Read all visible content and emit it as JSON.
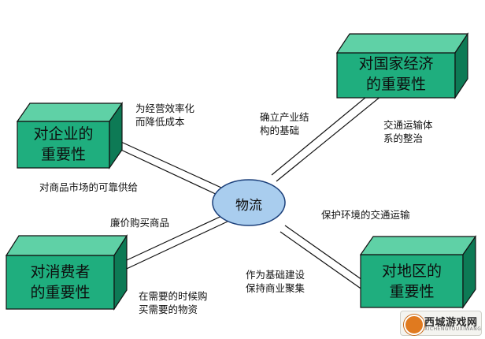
{
  "diagram": {
    "center": "物流",
    "nodes": {
      "national": [
        "对国家经济",
        "的重要性"
      ],
      "enterprise": [
        "对企业的",
        "重要性"
      ],
      "consumer": [
        "对消费者",
        "的重要性"
      ],
      "region": [
        "对地区的",
        "重要性"
      ]
    },
    "annotations": {
      "efficiency": [
        "为经营效率化",
        "而降低成本"
      ],
      "industry": [
        "确立产业结",
        "构的基础"
      ],
      "transport": [
        "交通运输体",
        "系的整治"
      ],
      "market": "对商品市场的可靠供给",
      "cheap": "廉价购买商品",
      "environment": "保护环境的交通运输",
      "timely": [
        "在需要的时候购",
        "买需要的物资"
      ],
      "infrastructure": [
        "作为基础建设",
        "保持商业聚集"
      ]
    },
    "colors": {
      "box_front": "#1fae7e",
      "box_top": "#5fd1a6",
      "box_side": "#0d7a55",
      "hub": "#a9cdee"
    }
  },
  "watermark": {
    "text": "西城游戏网",
    "subtext": "XICHENGYOUXIWANG"
  }
}
